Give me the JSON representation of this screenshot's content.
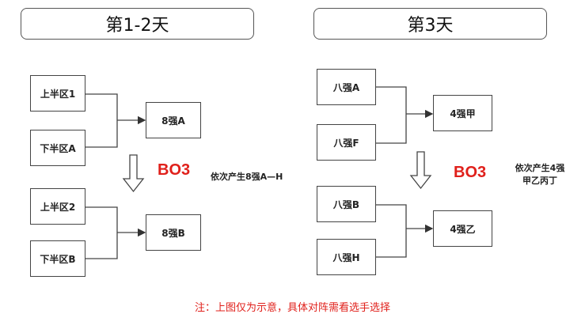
{
  "headers": {
    "left": "第1-2天",
    "right": "第3天"
  },
  "left_panel": {
    "top_group": {
      "inputs": [
        "上半区1",
        "下半区A"
      ],
      "output": "8强A"
    },
    "bottom_group": {
      "inputs": [
        "上半区2",
        "下半区B"
      ],
      "output": "8强B"
    },
    "format": "BO3",
    "side_note": "依次产生8强A—H"
  },
  "right_panel": {
    "top_group": {
      "inputs": [
        "八强A",
        "八强F"
      ],
      "output": "4强甲"
    },
    "bottom_group": {
      "inputs": [
        "八强B",
        "八强H"
      ],
      "output": "4强乙"
    },
    "format": "BO3",
    "side_note_line1": "依次产生4强",
    "side_note_line2": "甲乙丙丁"
  },
  "footer_note": "注：上图仅为示意，具体对阵需看选手选择",
  "colors": {
    "accent_red": "#e0201b",
    "line": "#444444"
  }
}
